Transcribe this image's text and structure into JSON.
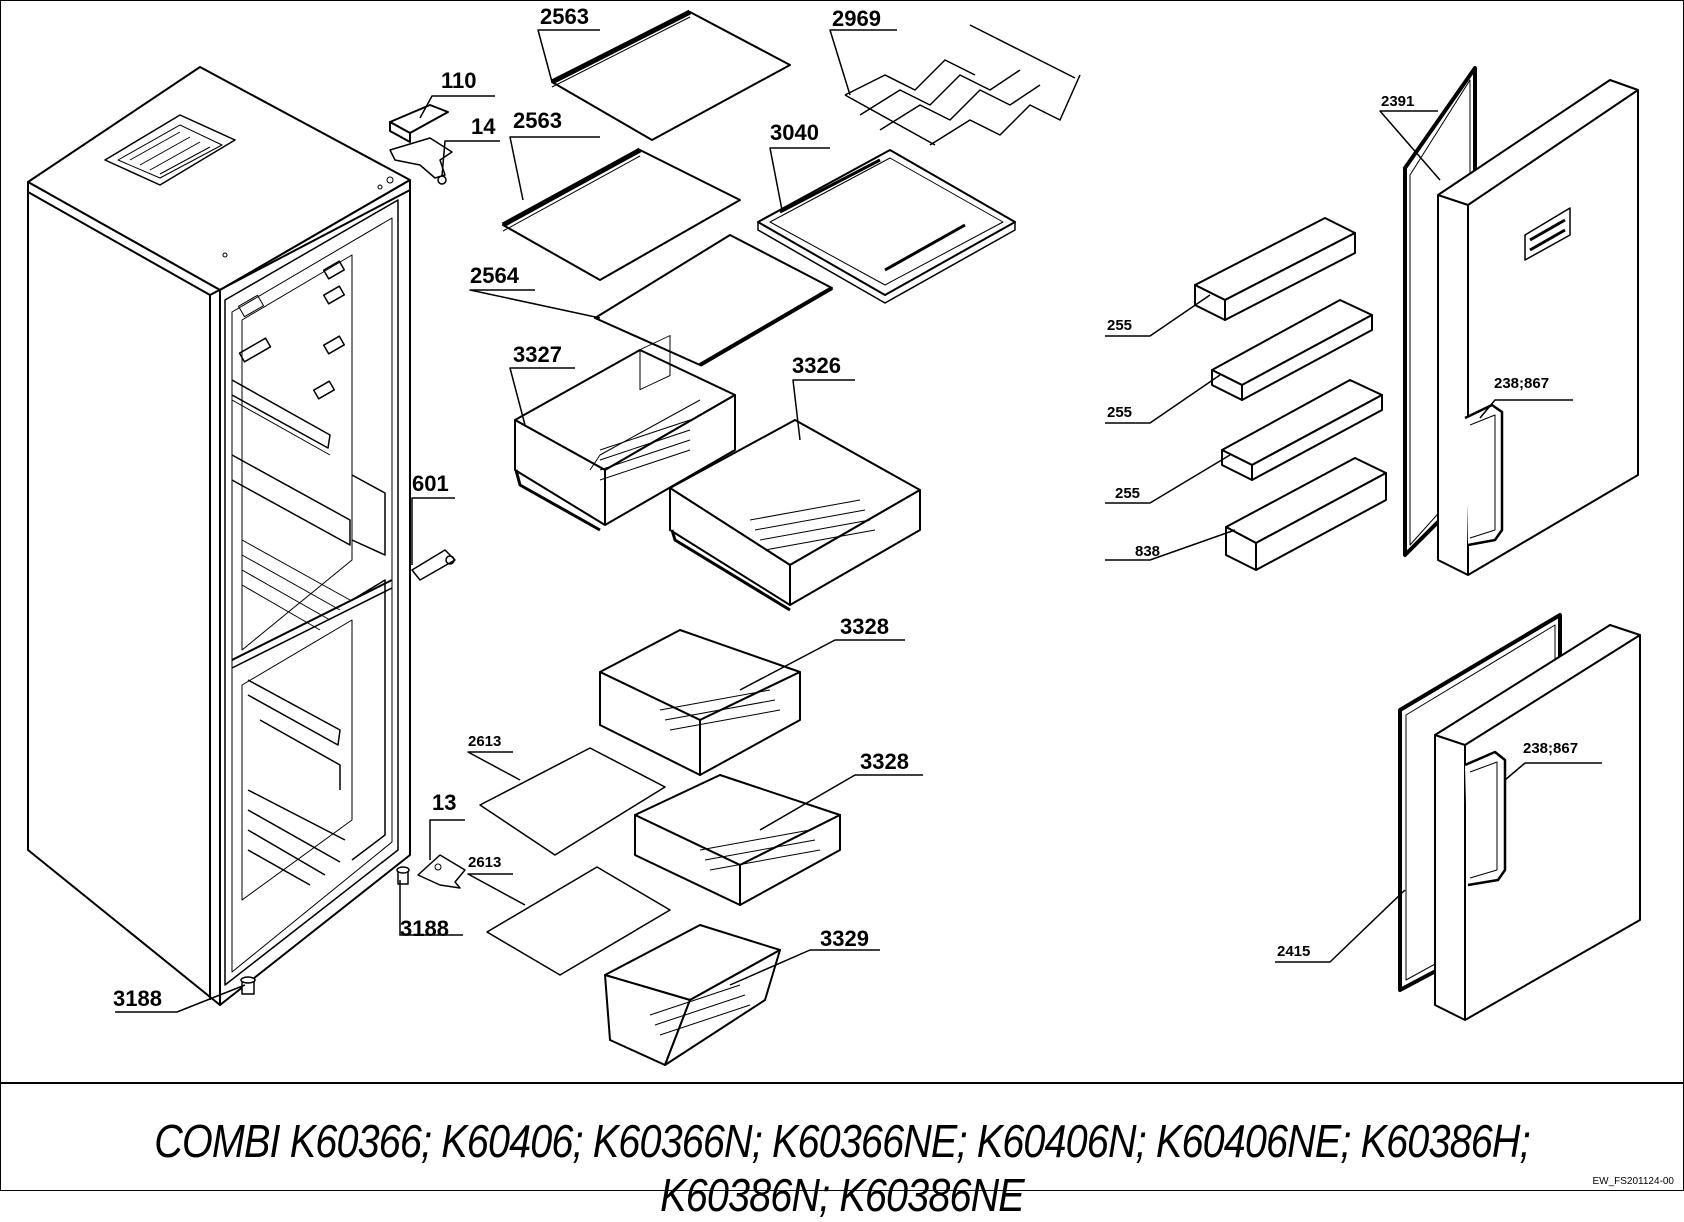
{
  "callouts": {
    "c2563a": "2563",
    "c2969": "2969",
    "c110": "110",
    "c14": "14",
    "c2563b": "2563",
    "c3040": "3040",
    "c2564": "2564",
    "c3327": "3327",
    "c3326": "3326",
    "c601": "601",
    "c3328a": "3328",
    "c3328b": "3328",
    "c2613a": "2613",
    "c2613b": "2613",
    "c13": "13",
    "c3188a": "3188",
    "c3188b": "3188",
    "c3329": "3329",
    "c2391": "2391",
    "c255a": "255",
    "c255b": "255",
    "c255c": "255",
    "c838": "838",
    "c238a": "238;867",
    "c238b": "238;867",
    "c2415": "2415"
  },
  "footer": {
    "title": "COMBI K60366; K60406; K60366N; K60366NE; K60406N; K60406NE; K60386H; K60386N; K60386NE",
    "code": "EW_FS201124-00"
  }
}
